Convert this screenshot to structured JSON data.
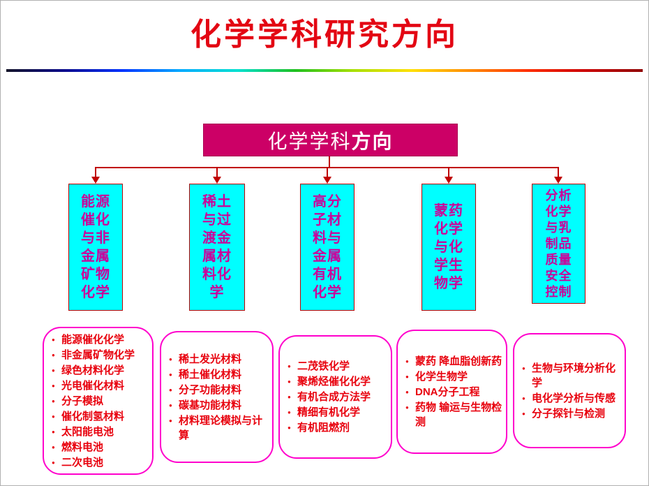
{
  "page": {
    "title": "化学学科研究方向"
  },
  "diagram": {
    "root_label": "化学学科",
    "root_label_bold": "方向",
    "colors": {
      "accent_red": "#e30613",
      "root_fill": "#cc0066",
      "branch_fill": "#00ffff",
      "branch_text": "#cc0099",
      "detail_border": "#ff00cc",
      "connector": "#c00000"
    },
    "branches": [
      {
        "label": "能源\n催化\n与非\n金属\n矿物\n化学",
        "items": [
          "能源催化化学",
          "非金属矿物化学",
          "绿色材料化学",
          "光电催化材料",
          "分子模拟",
          "催化制氢材料",
          "太阳能电池",
          "燃料电池",
          "二次电池"
        ]
      },
      {
        "label": "稀土\n与过\n渡金\n属材\n料化\n学",
        "items": [
          "稀土发光材料",
          "稀土催化材料",
          "分子功能材料",
          "碳基功能材料",
          "材料理论模拟与计算"
        ]
      },
      {
        "label": "高分\n子材\n料与\n金属\n有机\n化学",
        "items": [
          "二茂铁化学",
          "聚烯烃催化化学",
          "有机合成方法学",
          "精细有机化学",
          "有机阻燃剂"
        ]
      },
      {
        "label": "蒙药\n化学\n与化\n学生\n物学",
        "items": [
          "蒙药 降血脂创新药",
          "化学生物学",
          "DNA分子工程",
          "药物 输运与生物检测"
        ]
      },
      {
        "label": "分析\n化学\n与乳\n制品\n质量\n安全\n控制",
        "items": [
          "生物与环境分析化学",
          "电化学分析与传感",
          "分子探针与检测"
        ]
      }
    ]
  }
}
